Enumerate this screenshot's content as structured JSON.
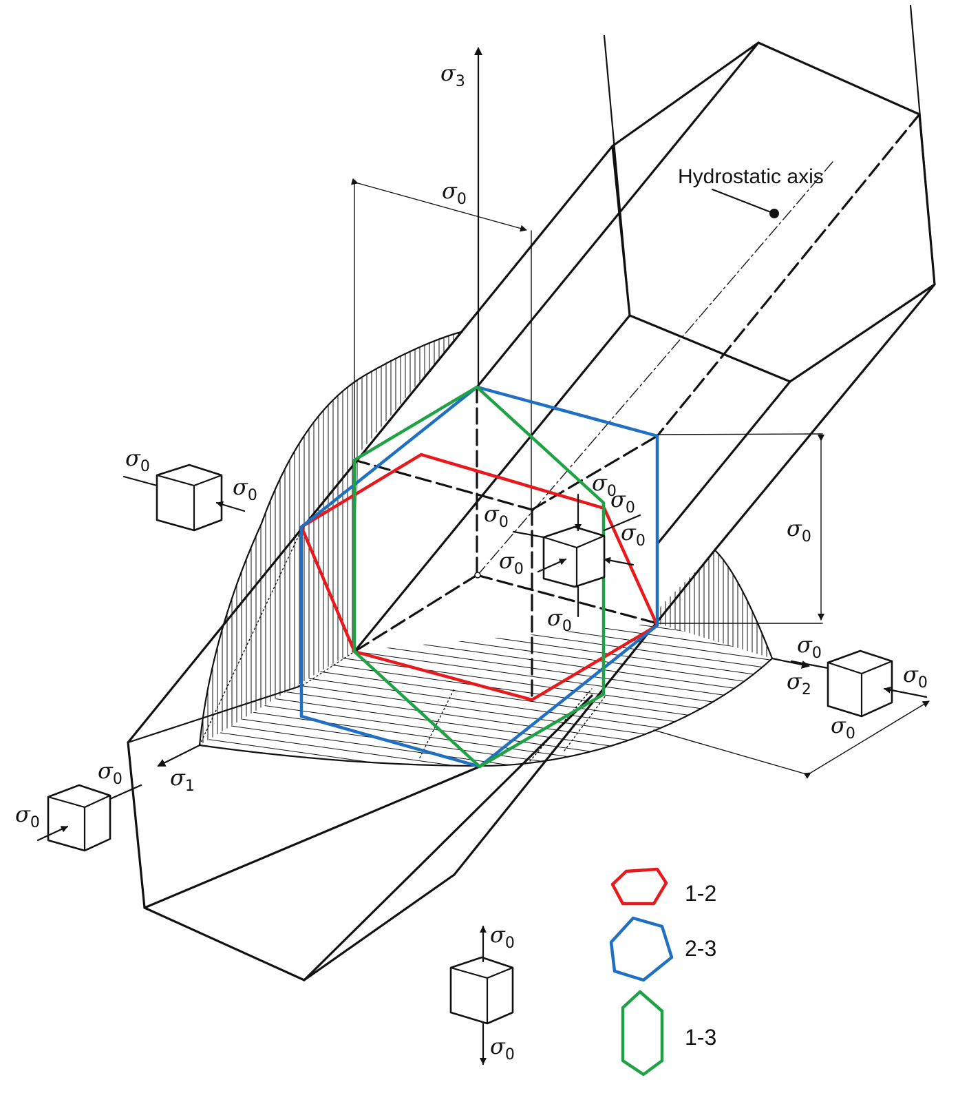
{
  "axes": {
    "sigma1": {
      "symbol": "σ",
      "subscript": "1"
    },
    "sigma2": {
      "symbol": "σ",
      "subscript": "2"
    },
    "sigma3": {
      "symbol": "σ",
      "subscript": "3"
    }
  },
  "stress_label": {
    "symbol": "σ",
    "subscript": "0"
  },
  "annotation": {
    "hydrostatic": "Hydrostatic axis"
  },
  "legend": [
    {
      "label": "1-2",
      "color": "#e8191c"
    },
    {
      "label": "2-3",
      "color": "#1f6fc2"
    },
    {
      "label": "1-3",
      "color": "#1ea245"
    }
  ],
  "colors": {
    "ink": "#111111",
    "background": "#ffffff"
  }
}
